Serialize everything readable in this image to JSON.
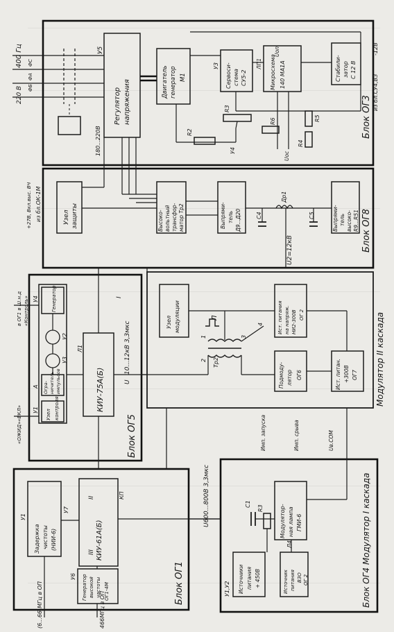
{
  "blocks": {
    "og3": {
      "label": "Блок ОГ3",
      "u5_ref": "У5",
      "regulator": [
        "Регулятор",
        "напряжения"
      ],
      "motor": [
        "Двигатель",
        "генератор",
        "М1"
      ],
      "u3_ref": "У3",
      "servo": [
        "Сервоси-",
        "стема",
        "СУ5-2"
      ],
      "lp1_ref": "ЛП1",
      "uop": "Uоп",
      "tube": [
        "Микросхема",
        "140 МА1А"
      ],
      "stab": [
        "Стабили-",
        "затор",
        "С 12 В"
      ],
      "v_minus12": "-12В",
      "from_sup": "из бл.СУ4,ВЗ",
      "r2": "R2",
      "r3": "R3",
      "r4": "R4",
      "r5": "R5",
      "r6": "R6",
      "u4_ref": "У4",
      "uos": "Uос",
      "range": "180...220В"
    },
    "og8": {
      "label": "Блок ОГ8",
      "prot": [
        "Узел",
        "защиты"
      ],
      "hv_tr": [
        "Высоко-",
        "вольтный",
        "трансфор-",
        "матор Тр2"
      ],
      "rect": [
        "Выпрями-",
        "тель",
        "Д9...Д20"
      ],
      "c4": "С4",
      "dr1": "Др1",
      "c5": "С5",
      "hvrect": [
        "Выпрями-",
        "тель",
        "высоко-",
        "R9...R51"
      ],
      "u_out": "U2=12кВ",
      "from_ok": "из бл.ОК-1М",
      "in_27": "+27В, Вкл.выс. ВЧ"
    },
    "og5": {
      "label": "Блок ОГ5",
      "kiu": "КИУ-75А(Б)",
      "l1": "Л1",
      "u4": "У4",
      "u2": "У2",
      "u3": "У3",
      "u1": "У1",
      "a_ref": "А",
      "gener": "Генератор",
      "ogr": [
        "Огра-",
        "ничитель",
        "импульсов"
      ],
      "control": [
        "Узел",
        "контроля"
      ],
      "out_i": "I",
      "out_10": "10...12кВ 3,3мкс",
      "u_ref": "U",
      "to_ok": "в ОГ1 в Ш.н.д",
      "contr": "«Контроль»",
      "hold": "«ОЖИД»«ВКЛ»"
    },
    "mod2": {
      "label": "Модулятор II каскада",
      "mod_node": [
        "Узел",
        "модуляции"
      ],
      "tr2": "Тр2",
      "src": [
        "Ист. питания",
        "на напряж.",
        "НИ2-300В"
      ],
      "og2_ref": "ОГ 2",
      "pulse": "Л",
      "pin1": "1",
      "pin2": "2",
      "pin3": "3",
      "pin4": "4",
      "p6": [
        "Подмоду-",
        "лятор",
        "ОГ6"
      ],
      "pwr7": [
        "Ист. питан.",
        "+300В",
        "ОГ7"
      ],
      "start": "Имп. запуска",
      "meas": "Имп. срыва",
      "u_minus": "Uв.СОМ"
    },
    "og1": {
      "label": "Блок ОГ1",
      "amp": "КИУ-61А(Б)",
      "roman2": "II",
      "roman3": "III",
      "kp": "КП",
      "u7": "У7",
      "u1": "У1",
      "u6": "У6",
      "delay": [
        "Задержка",
        "чистоты",
        "(НИИ-6)"
      ],
      "gen_hf": [
        "Генератор",
        "высокой",
        "частоты",
        "ОГ1-4М"
      ],
      "out_600": "U600...800В 3,3мкс",
      "freq_in": "(6...66)МГц в ОП",
      "to_op": "466МГц в ОП"
    },
    "og4": {
      "label": "Блок ОГ4 Модулятор I каскада",
      "c1": "С1",
      "r3": "R3",
      "l4": "Л4",
      "u12": "У1,У2",
      "src": [
        "Источники",
        "питания",
        "+ 450В"
      ],
      "src2": [
        "Источник",
        "питания",
        "ВЗО",
        "ОГ 2"
      ],
      "modlamp": [
        "Модулятор-",
        "ная лампа",
        "ГМИ-6"
      ]
    }
  },
  "inputs": {
    "v400": "400 Гц",
    "v220": "220 В",
    "phase_a": "ФА",
    "phase_b": "ФБ",
    "phase_c": "ФС"
  }
}
